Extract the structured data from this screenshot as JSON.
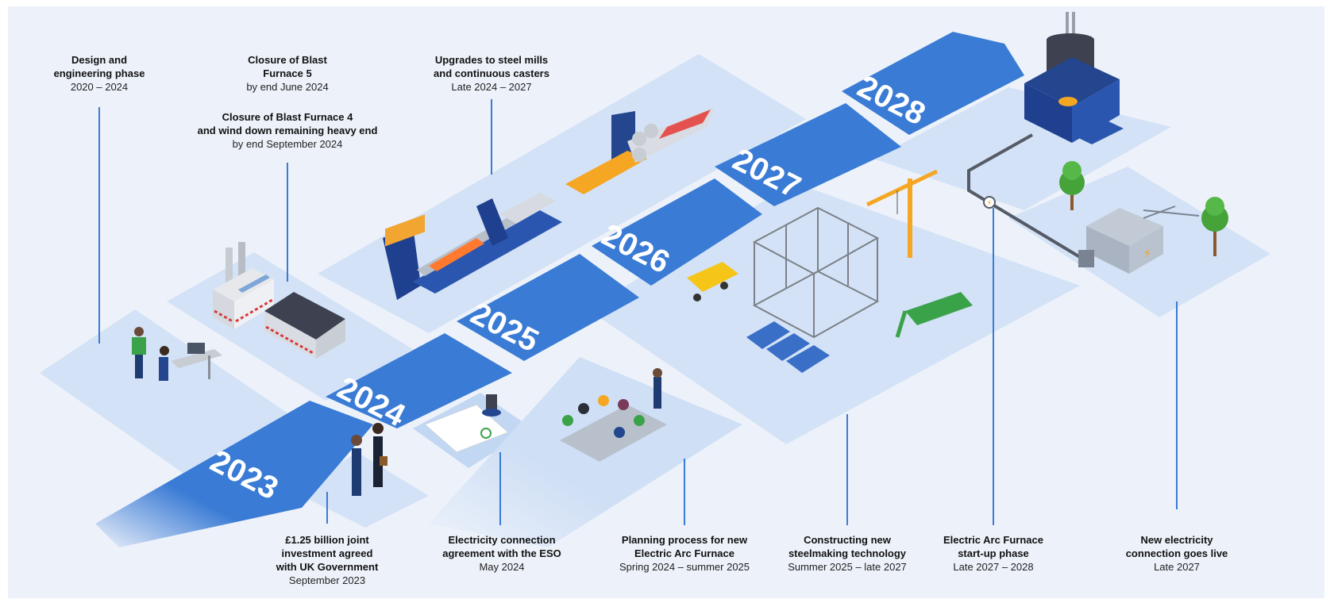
{
  "years": [
    "2023",
    "2024",
    "2025",
    "2026",
    "2027",
    "2028"
  ],
  "milestones_top": [
    {
      "title": "Design and\nengineering phase",
      "date": "2020 – 2024"
    },
    {
      "title": "Closure of Blast\nFurnace 5",
      "date": "by end June 2024"
    },
    {
      "title": "Closure of Blast Furnace 4\nand wind down remaining heavy end",
      "date": "by end September 2024"
    },
    {
      "title": "Upgrades to steel mills\nand continuous casters",
      "date": "Late 2024 – 2027"
    }
  ],
  "milestones_bottom": [
    {
      "title": "£1.25 billion joint\ninvestment agreed\nwith UK Government",
      "date": "September 2023"
    },
    {
      "title": "Electricity connection\nagreement with the ESO",
      "date": "May 2024"
    },
    {
      "title": "Planning process for new\nElectric Arc Furnace",
      "date": "Spring 2024 – summer 2025"
    },
    {
      "title": "Constructing new\nsteelmaking technology",
      "date": "Summer 2025 – late 2027"
    },
    {
      "title": "Electric Arc Furnace\nstart-up phase",
      "date": "Late 2027 – 2028"
    },
    {
      "title": "New electricity\nconnection goes live",
      "date": "Late 2027"
    }
  ],
  "colors": {
    "road": "#3a7bd5",
    "tile": "#cfdff5",
    "tile_dark": "#bcd2f0",
    "leader": "#3a7bd5",
    "background": "#edf2fa"
  },
  "icons": [
    "design-office-icon",
    "blast-furnace-5-icon",
    "blast-furnace-4-icon",
    "caster-icon",
    "rolling-mill-icon",
    "handshake-icon",
    "agreement-document-icon",
    "planning-meeting-icon",
    "construction-site-icon",
    "electric-arc-furnace-icon",
    "substation-icon"
  ]
}
